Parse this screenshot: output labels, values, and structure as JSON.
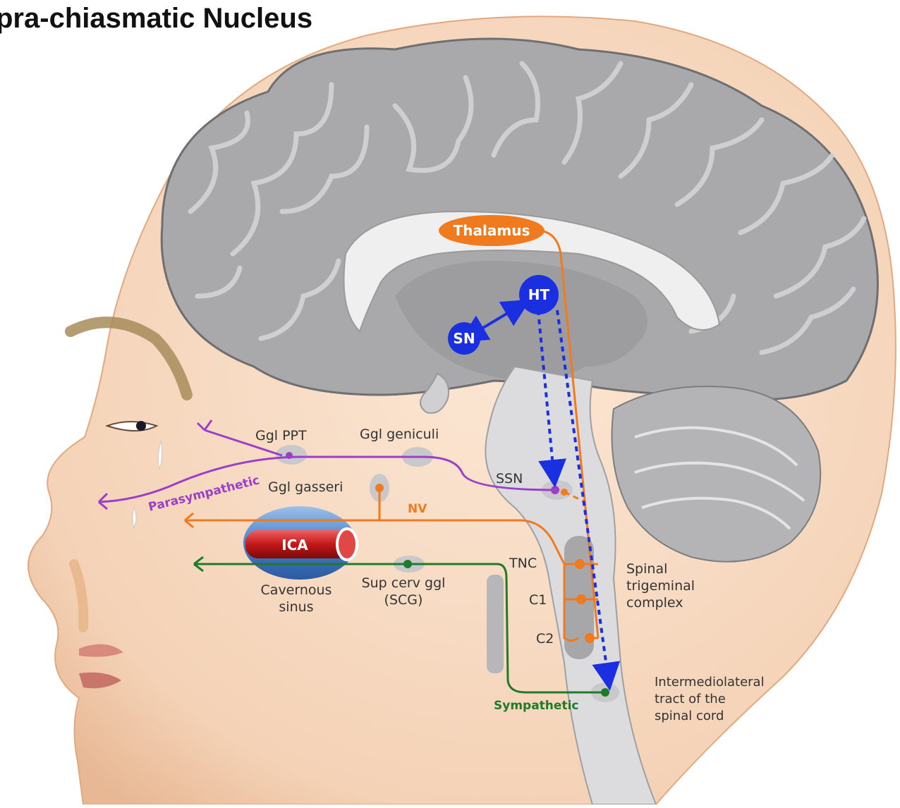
{
  "title": "pra-chiasmatic Nucleus",
  "colors": {
    "parasympathetic": "#9b3fc9",
    "trigeminal": "#f07a1e",
    "sympathetic": "#1f7a2a",
    "hypothalamic_projection": "#1a2fe0",
    "skin": "#f6d8bf",
    "brain": "#a9a9ab"
  },
  "labels": {
    "thalamus": "Thalamus",
    "ht": "HT",
    "sn": "SN",
    "ggl_ppt": "Ggl PPT",
    "ggl_geniculi": "Ggl geniculi",
    "parasympathetic": "Parasympathetic",
    "ggl_gasseri": "Ggl gasseri",
    "ssn": "SSN",
    "nv": "NV",
    "ica": "ICA",
    "cavernous_sinus_1": "Cavernous",
    "cavernous_sinus_2": "sinus",
    "sup_cerv_ggl_1": "Sup cerv ggl",
    "sup_cerv_ggl_2": "(SCG)",
    "tnc": "TNC",
    "c1": "C1",
    "c2": "C2",
    "spinal_trigeminal_1": "Spinal",
    "spinal_trigeminal_2": "trigeminal",
    "spinal_trigeminal_3": "complex",
    "intermediolateral_1": "Intermediolateral",
    "intermediolateral_2": "tract of the",
    "intermediolateral_3": "spinal cord",
    "sympathetic": "Sympathetic"
  }
}
